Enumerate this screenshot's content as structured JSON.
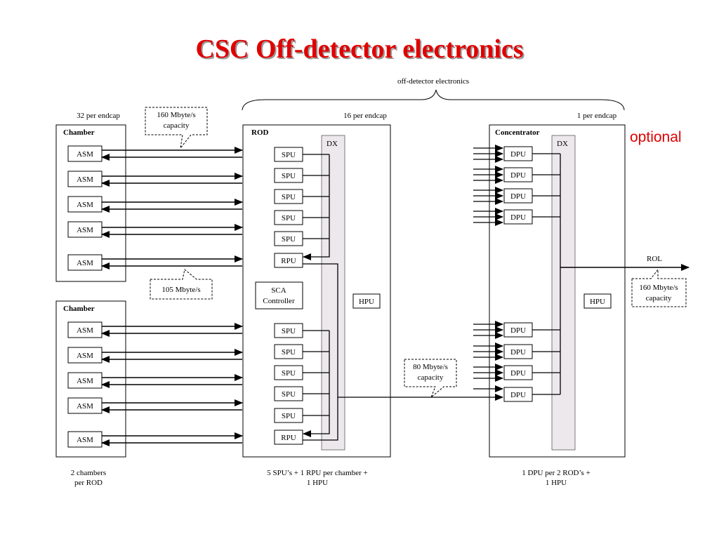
{
  "title": "CSC Off-detector electronics",
  "optional_label": "optional",
  "brace_label": "off-detector electronics",
  "counts": {
    "chamber": "32 per endcap",
    "rod": "16 per endcap",
    "concentrator": "1 per endcap"
  },
  "boxes": {
    "chamber": "Chamber",
    "rod": "ROD",
    "concentrator": "Concentrator",
    "dx": "DX",
    "hpu": "HPU",
    "asm": "ASM",
    "spu": "SPU",
    "rpu": "RPU",
    "dpu": "DPU",
    "sca_line1": "SCA",
    "sca_line2": "Controller"
  },
  "callouts": {
    "chamber_capacity_1": "160 Mbyte/s",
    "chamber_capacity_2": "capacity",
    "asm_rate": "105 Mbyte/s",
    "rod_capacity_1": "80 Mbyte/s",
    "rod_capacity_2": "capacity",
    "rol_capacity_1": "160 Mbyte/s",
    "rol_capacity_2": "capacity"
  },
  "rol_label": "ROL",
  "footnotes": {
    "chamber_1": "2 chambers",
    "chamber_2": "per ROD",
    "rod_1": "5 SPU’s  + 1 RPU per chamber +",
    "rod_2": "1 HPU",
    "concentrator_1": "1 DPU per 2 ROD’s +",
    "concentrator_2": "1 HPU"
  },
  "colors": {
    "title": "#e00000",
    "optional": "#e00000",
    "dx_fill": "#ece8ec",
    "line": "#000000"
  }
}
